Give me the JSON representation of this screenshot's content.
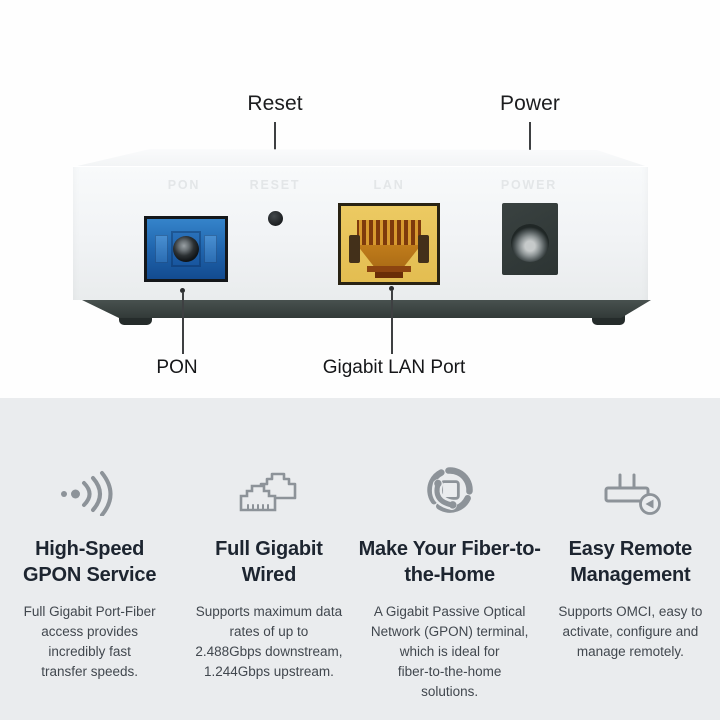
{
  "photo": {
    "callouts": {
      "reset": "Reset",
      "power": "Power",
      "pon": "PON",
      "lan": "Gigabit LAN Port"
    },
    "panel_labels": {
      "pon": "PON",
      "reset": "RESET",
      "lan": "LAN",
      "power": "POWER"
    }
  },
  "features": [
    {
      "icon": "signal-waves-icon",
      "title_lines": [
        "High-Speed",
        "GPON Service"
      ],
      "description_lines": [
        "Full Gigabit Port-Fiber",
        "access provides",
        "incredibly fast",
        "transfer speeds."
      ]
    },
    {
      "icon": "ethernet-ports-icon",
      "title_lines": [
        "Full Gigabit",
        "Wired"
      ],
      "description_lines": [
        "Supports maximum data",
        "rates of up to",
        "2.488Gbps downstream,",
        "1.244Gbps upstream."
      ]
    },
    {
      "icon": "globe-handset-icon",
      "title_lines": [
        "Make Your Fiber-to-",
        "the-Home"
      ],
      "description_lines": [
        "A Gigabit Passive Optical",
        "Network (GPON) terminal,",
        "which is ideal for",
        "fiber-to-the-home",
        "solutions."
      ]
    },
    {
      "icon": "router-remote-icon",
      "title_lines": [
        "Easy Remote",
        "Management"
      ],
      "description_lines": [
        "Supports OMCI, easy to",
        "activate, configure and",
        "manage remotely."
      ]
    }
  ],
  "colors": {
    "photo_bg": "#fefefe",
    "features_bg": "#eaecee",
    "device_body": "#f1f3f5",
    "device_base": "#3a4341",
    "pon_port_blue": "#2065ae",
    "lan_port_yellow": "#e6c159",
    "power_jack_dark": "#343d3e",
    "icon_gray": "#8d9399",
    "heading_text": "#1d2530",
    "body_text": "#41474e"
  }
}
